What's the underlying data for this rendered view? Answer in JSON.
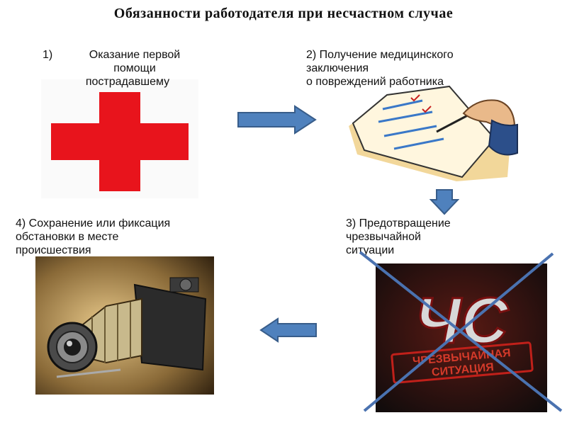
{
  "title": "Обязанности работодателя при несчастном случае",
  "step1": {
    "number": "1)",
    "line1": "Оказание первой",
    "line2": "помощи",
    "line3": "пострадавшему"
  },
  "step2": {
    "line1": "2) Получение медицинского",
    "line2": "заключения",
    "line3": "о повреждений работника"
  },
  "step3": {
    "line1": "3) Предотвращение",
    "line2": "чрезвычайной",
    "line3": "ситуации"
  },
  "step4": {
    "line1": "4) Сохранение или фиксация",
    "line2": "обстановки в месте",
    "line3": "происшествия"
  },
  "chs_logo": {
    "big": "ЧС",
    "line1": "ЧРЕЗВЫЧАЙНАЯ",
    "line2": "СИТУАЦИЯ"
  },
  "colors": {
    "arrow_fill": "#4f81bd",
    "arrow_stroke": "#385d8a",
    "red_cross": "#e8141c",
    "x_mark": "#4a72b0"
  },
  "icons": [
    "red-cross-icon",
    "document-signing-icon",
    "camera-icon",
    "emergency-logo-icon",
    "right-arrow-icon",
    "down-arrow-icon",
    "left-arrow-icon",
    "x-mark-icon"
  ]
}
